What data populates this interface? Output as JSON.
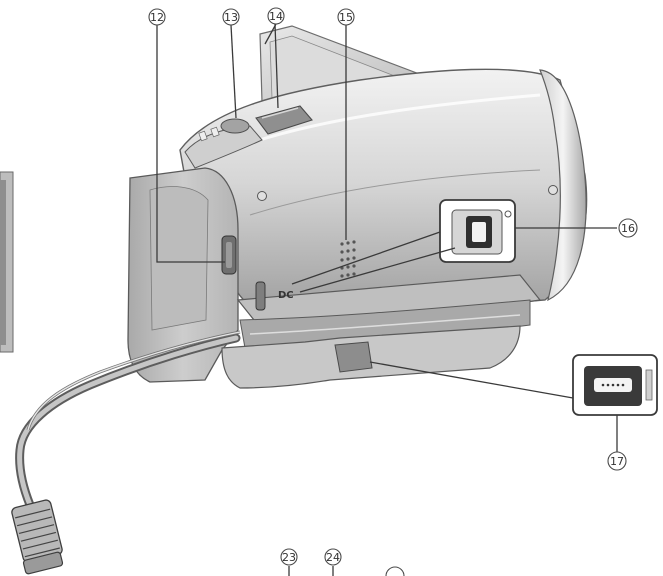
{
  "callouts": {
    "c12": "12",
    "c13": "13",
    "c14": "14",
    "c15": "15",
    "c16": "16",
    "c17": "17",
    "c23": "23",
    "c24": "24"
  },
  "body_labels": {
    "dc": "DC"
  }
}
